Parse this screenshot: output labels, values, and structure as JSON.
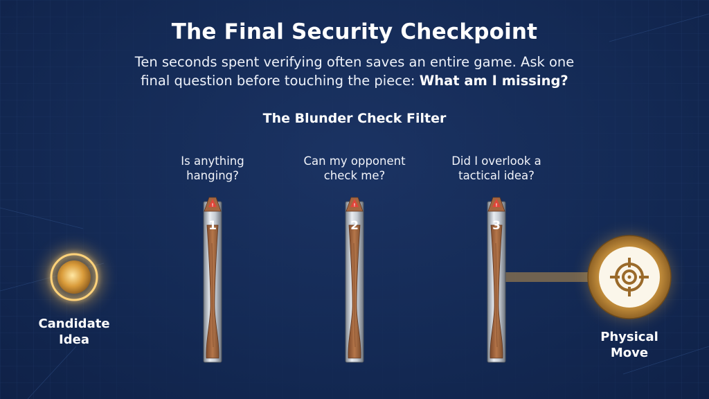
{
  "title": "The Final Security Checkpoint",
  "subtitle": {
    "line1": "Ten seconds spent verifying often saves an entire game. Ask one",
    "line2_prefix": "final question before touching the piece: ",
    "line2_emphasis": "What am I missing?"
  },
  "filter": {
    "title": "The Blunder Check Filter",
    "checkpoints": [
      {
        "number": "1",
        "question_line1": "Is anything",
        "question_line2": "hanging?",
        "icon": "warning-icon"
      },
      {
        "number": "2",
        "question_line1": "Can my opponent",
        "question_line2": "check me?",
        "icon": "warning-icon"
      },
      {
        "number": "3",
        "question_line1": "Did I overlook a",
        "question_line2": "tactical idea?",
        "icon": "warning-icon"
      }
    ]
  },
  "start": {
    "label_line1": "Candidate",
    "label_line2": "Idea",
    "icon": "glowing-orb-icon"
  },
  "end": {
    "label_line1": "Physical",
    "label_line2": "Move",
    "icon": "crosshair-target-icon"
  },
  "colors": {
    "background": "#14284f",
    "accent_gold": "#f0b64a",
    "wood": "#a5673f",
    "text": "#ffffff"
  }
}
